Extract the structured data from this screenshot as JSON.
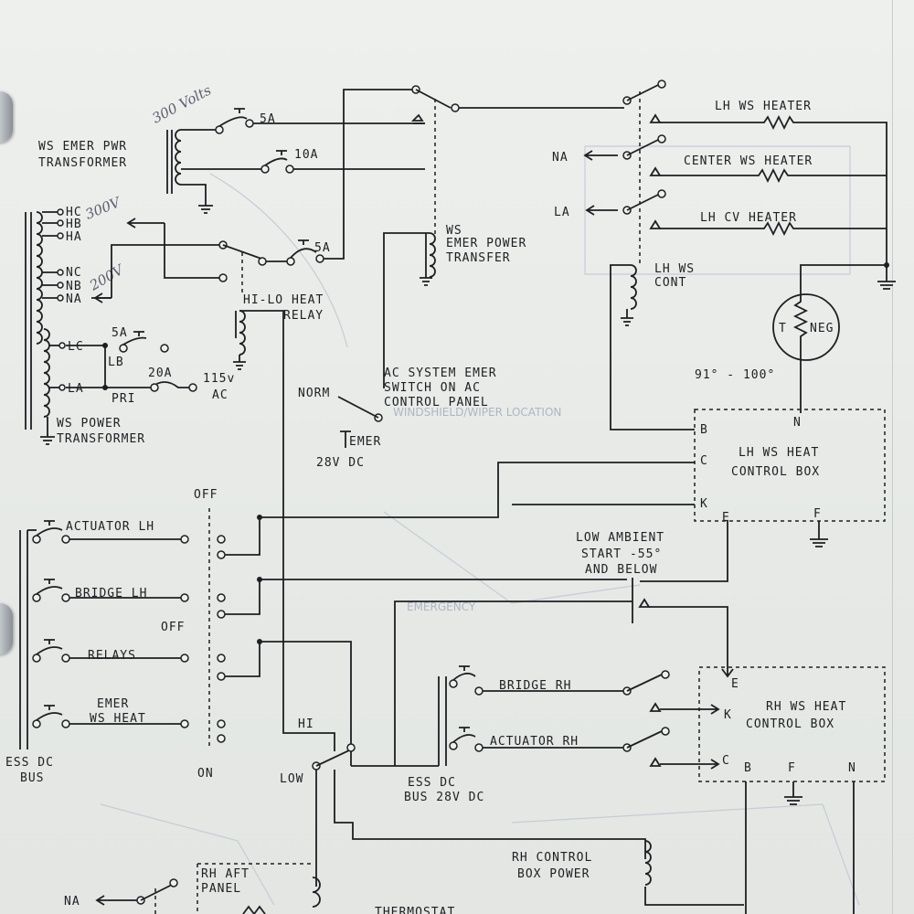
{
  "handwritten": {
    "volts_300_top": "300 Volts",
    "volts_300_side": "300V",
    "volts_200_side": "200V"
  },
  "labels": {
    "ws_emer_pwr_transformer_1": "WS EMER PWR",
    "ws_emer_pwr_transformer_2": "TRANSFORMER",
    "cb_5a_top": "5A",
    "cb_10a": "10A",
    "cb_5a_mid": "5A",
    "tap_hc": "HC",
    "tap_hb": "HB",
    "tap_ha": "HA",
    "tap_nc": "NC",
    "tap_nb": "NB",
    "tap_na": "NA",
    "tap_lc": "LC",
    "tap_la": "LA",
    "cb_5a_lb": "5A",
    "lb": "LB",
    "cb_20a": "20A",
    "pri": "PRI",
    "v115": "115v",
    "ac": "AC",
    "ws_power_transformer_1": "WS POWER",
    "ws_power_transformer_2": "TRANSFORMER",
    "hi_lo_relay_1": "HI-LO HEAT",
    "hi_lo_relay_2": "RELAY",
    "ws_emer_power_transfer_1": "WS",
    "ws_emer_power_transfer_2": "EMER POWER",
    "ws_emer_power_transfer_3": "TRANSFER",
    "ac_system_emer_1": "AC SYSTEM EMER",
    "ac_system_emer_2": "SWITCH ON AC",
    "ac_system_emer_3": "CONTROL PANEL",
    "norm": "NORM",
    "emer": "EMER",
    "v28dc": "28V DC",
    "na_right": "NA",
    "la_right": "LA",
    "lh_ws_heater": "LH WS HEATER",
    "center_ws_heater": "CENTER WS HEATER",
    "lh_cv_heater": "LH CV HEATER",
    "lh_ws_cont_1": "LH WS",
    "lh_ws_cont_2": "CONT",
    "thermistor_t": "T",
    "thermistor_neg": "NEG",
    "temp_range": "91° - 100°",
    "lh_box_b": "B",
    "lh_box_c": "C",
    "lh_box_k": "K",
    "lh_box_e": "E",
    "lh_box_f": "F",
    "lh_box_n": "N",
    "lh_box_title_1": "LH WS HEAT",
    "lh_box_title_2": "CONTROL BOX",
    "off_top": "OFF",
    "actuator_lh": "ACTUATOR LH",
    "bridge_lh": "BRIDGE LH",
    "off_mid": "OFF",
    "relays": "RELAYS",
    "emer_ws_heat_1": "EMER",
    "emer_ws_heat_2": "WS HEAT",
    "ess_dc_bus_1": "ESS DC",
    "ess_dc_bus_2": "BUS",
    "on": "ON",
    "low_ambient_1": "LOW AMBIENT",
    "low_ambient_2": "START -55°",
    "low_ambient_3": "AND BELOW",
    "hi": "HI",
    "low": "LOW",
    "bridge_rh": "BRIDGE RH",
    "actuator_rh": "ACTUATOR RH",
    "ess_dc_bus_28_1": "ESS DC",
    "ess_dc_bus_28_2": "BUS 28V DC",
    "rh_box_e": "E",
    "rh_box_k": "K",
    "rh_box_c": "C",
    "rh_box_b": "B",
    "rh_box_f": "F",
    "rh_box_n": "N",
    "rh_box_title_1": "RH WS HEAT",
    "rh_box_title_2": "CONTROL BOX",
    "rh_control_box_power_1": "RH CONTROL",
    "rh_control_box_power_2": "BOX POWER",
    "na_bottom": "NA",
    "rh_aft_panel_1": "RH AFT",
    "rh_aft_panel_2": "PANEL",
    "thermostat": "THERMOSTAT"
  },
  "bleed_through": {
    "text_1": "WINDSHIELD/WIPER LOCATION",
    "text_2": "EMERGENCY"
  },
  "colors": {
    "ink": "#1d1f22",
    "paper": "#eef0ee",
    "pencil": "#5d5f70"
  }
}
